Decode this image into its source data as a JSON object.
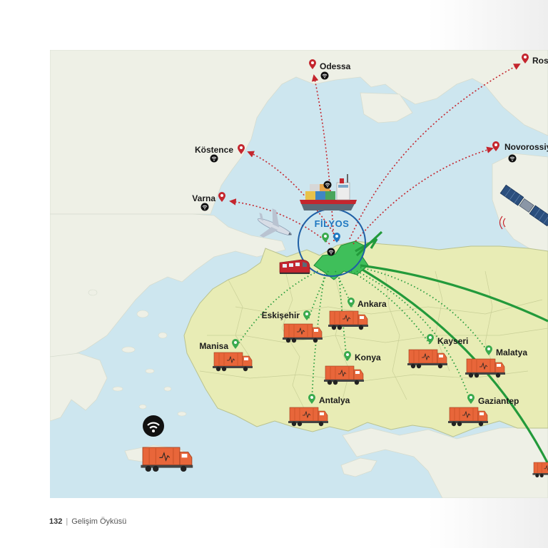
{
  "colors": {
    "sea": "#cde6ef",
    "land_turkey": "#e8ecb5",
    "land_other": "#eef0e6",
    "filyos_region": "#3fbf5a",
    "red_route": "#c4262e",
    "green_route": "#239a3b",
    "truck": "#e8663a",
    "brand": "#1f78c1"
  },
  "hub": {
    "name": "FİLYOS"
  },
  "sea_ports": [
    {
      "name": "Odessa",
      "icon": "map-pin-icon",
      "wifi": true
    },
    {
      "name": "Ros",
      "icon": "map-pin-icon",
      "wifi": false
    },
    {
      "name": "Köstence",
      "icon": "map-pin-icon",
      "wifi": true
    },
    {
      "name": "Novorossiy",
      "icon": "map-pin-icon",
      "wifi": true
    },
    {
      "name": "Varna",
      "icon": "map-pin-icon",
      "wifi": true
    }
  ],
  "inland_cities": [
    {
      "name": "Ankara",
      "icon": "map-pin-icon"
    },
    {
      "name": "Eskişehir",
      "icon": "map-pin-icon"
    },
    {
      "name": "Manisa",
      "icon": "map-pin-icon"
    },
    {
      "name": "Konya",
      "icon": "map-pin-icon"
    },
    {
      "name": "Kayseri",
      "icon": "map-pin-icon"
    },
    {
      "name": "Malatya",
      "icon": "map-pin-icon"
    },
    {
      "name": "Antalya",
      "icon": "map-pin-icon"
    },
    {
      "name": "Gaziantep",
      "icon": "map-pin-icon"
    }
  ],
  "vehicles": [
    "cargo-ship-icon",
    "airplane-icon",
    "train-icon",
    "satellite-icon",
    "truck-icon"
  ],
  "footer": {
    "page_number": "132",
    "separator": "|",
    "section_title": "Gelişim Öyküsü"
  }
}
